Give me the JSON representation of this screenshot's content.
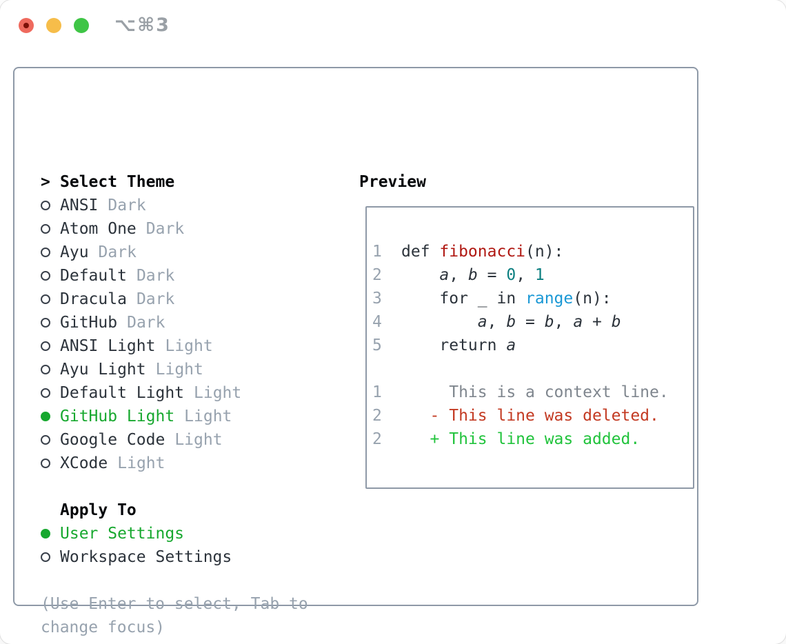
{
  "window": {
    "shortcut_label": "⌥⌘3"
  },
  "theme_panel": {
    "prompt": ">",
    "title": "Select Theme",
    "themes": [
      {
        "name": "ANSI",
        "variant": "Dark",
        "selected": false
      },
      {
        "name": "Atom One",
        "variant": "Dark",
        "selected": false
      },
      {
        "name": "Ayu",
        "variant": "Dark",
        "selected": false
      },
      {
        "name": "Default",
        "variant": "Dark",
        "selected": false
      },
      {
        "name": "Dracula",
        "variant": "Dark",
        "selected": false
      },
      {
        "name": "GitHub",
        "variant": "Dark",
        "selected": false
      },
      {
        "name": "ANSI Light",
        "variant": "Light",
        "selected": false
      },
      {
        "name": "Ayu Light",
        "variant": "Light",
        "selected": false
      },
      {
        "name": "Default Light",
        "variant": "Light",
        "selected": false
      },
      {
        "name": "GitHub Light",
        "variant": "Light",
        "selected": true
      },
      {
        "name": "Google Code",
        "variant": "Light",
        "selected": false
      },
      {
        "name": "XCode",
        "variant": "Light",
        "selected": false
      }
    ],
    "apply_to": {
      "title": "Apply To",
      "options": [
        {
          "name": "User Settings",
          "selected": true
        },
        {
          "name": "Workspace Settings",
          "selected": false
        }
      ]
    },
    "hint": "(Use Enter to select, Tab to change focus)"
  },
  "preview": {
    "title": "Preview",
    "code_lines": [
      {
        "num": "1",
        "tokens": [
          {
            "text": "def ",
            "style": "keyword"
          },
          {
            "text": "fibonacci",
            "style": "function"
          },
          {
            "text": "(n):",
            "style": "plain"
          }
        ]
      },
      {
        "num": "2",
        "tokens": [
          {
            "text": "    ",
            "style": "plain"
          },
          {
            "text": "a",
            "style": "variable"
          },
          {
            "text": ", ",
            "style": "plain"
          },
          {
            "text": "b",
            "style": "variable"
          },
          {
            "text": " = ",
            "style": "plain"
          },
          {
            "text": "0",
            "style": "number"
          },
          {
            "text": ", ",
            "style": "plain"
          },
          {
            "text": "1",
            "style": "number"
          }
        ]
      },
      {
        "num": "3",
        "tokens": [
          {
            "text": "    for _ in ",
            "style": "plain"
          },
          {
            "text": "range",
            "style": "builtin"
          },
          {
            "text": "(n):",
            "style": "plain"
          }
        ]
      },
      {
        "num": "4",
        "tokens": [
          {
            "text": "        ",
            "style": "plain"
          },
          {
            "text": "a",
            "style": "variable"
          },
          {
            "text": ", ",
            "style": "plain"
          },
          {
            "text": "b",
            "style": "variable"
          },
          {
            "text": " = ",
            "style": "plain"
          },
          {
            "text": "b",
            "style": "variable"
          },
          {
            "text": ", ",
            "style": "plain"
          },
          {
            "text": "a",
            "style": "variable"
          },
          {
            "text": " + ",
            "style": "plain"
          },
          {
            "text": "b",
            "style": "variable"
          }
        ]
      },
      {
        "num": "5",
        "tokens": [
          {
            "text": "    return ",
            "style": "plain"
          },
          {
            "text": "a",
            "style": "variable"
          }
        ]
      },
      {
        "num": "",
        "tokens": []
      },
      {
        "num": "1",
        "tokens": [
          {
            "text": "     This is a context line.",
            "style": "context"
          }
        ]
      },
      {
        "num": "2",
        "tokens": [
          {
            "text": "   - This line was deleted.",
            "style": "deleted"
          }
        ]
      },
      {
        "num": "2",
        "tokens": [
          {
            "text": "   + This line was added.",
            "style": "added"
          }
        ]
      }
    ]
  },
  "colors": {
    "text": "#2c333b",
    "muted": "#97a2ae",
    "context": "#7f868e",
    "border": "#8e99a7",
    "sel-green": "#17a82f",
    "add-green": "#21c33c",
    "del-red": "#c33a22",
    "fn-red": "#b01812",
    "teal": "#0c7f80",
    "blue": "#1a98d5",
    "tl-red": "#ef6a5e",
    "tl-red-dot": "#7d1007",
    "tl-yellow": "#f6bd4a",
    "tl-green": "#3fc546"
  }
}
